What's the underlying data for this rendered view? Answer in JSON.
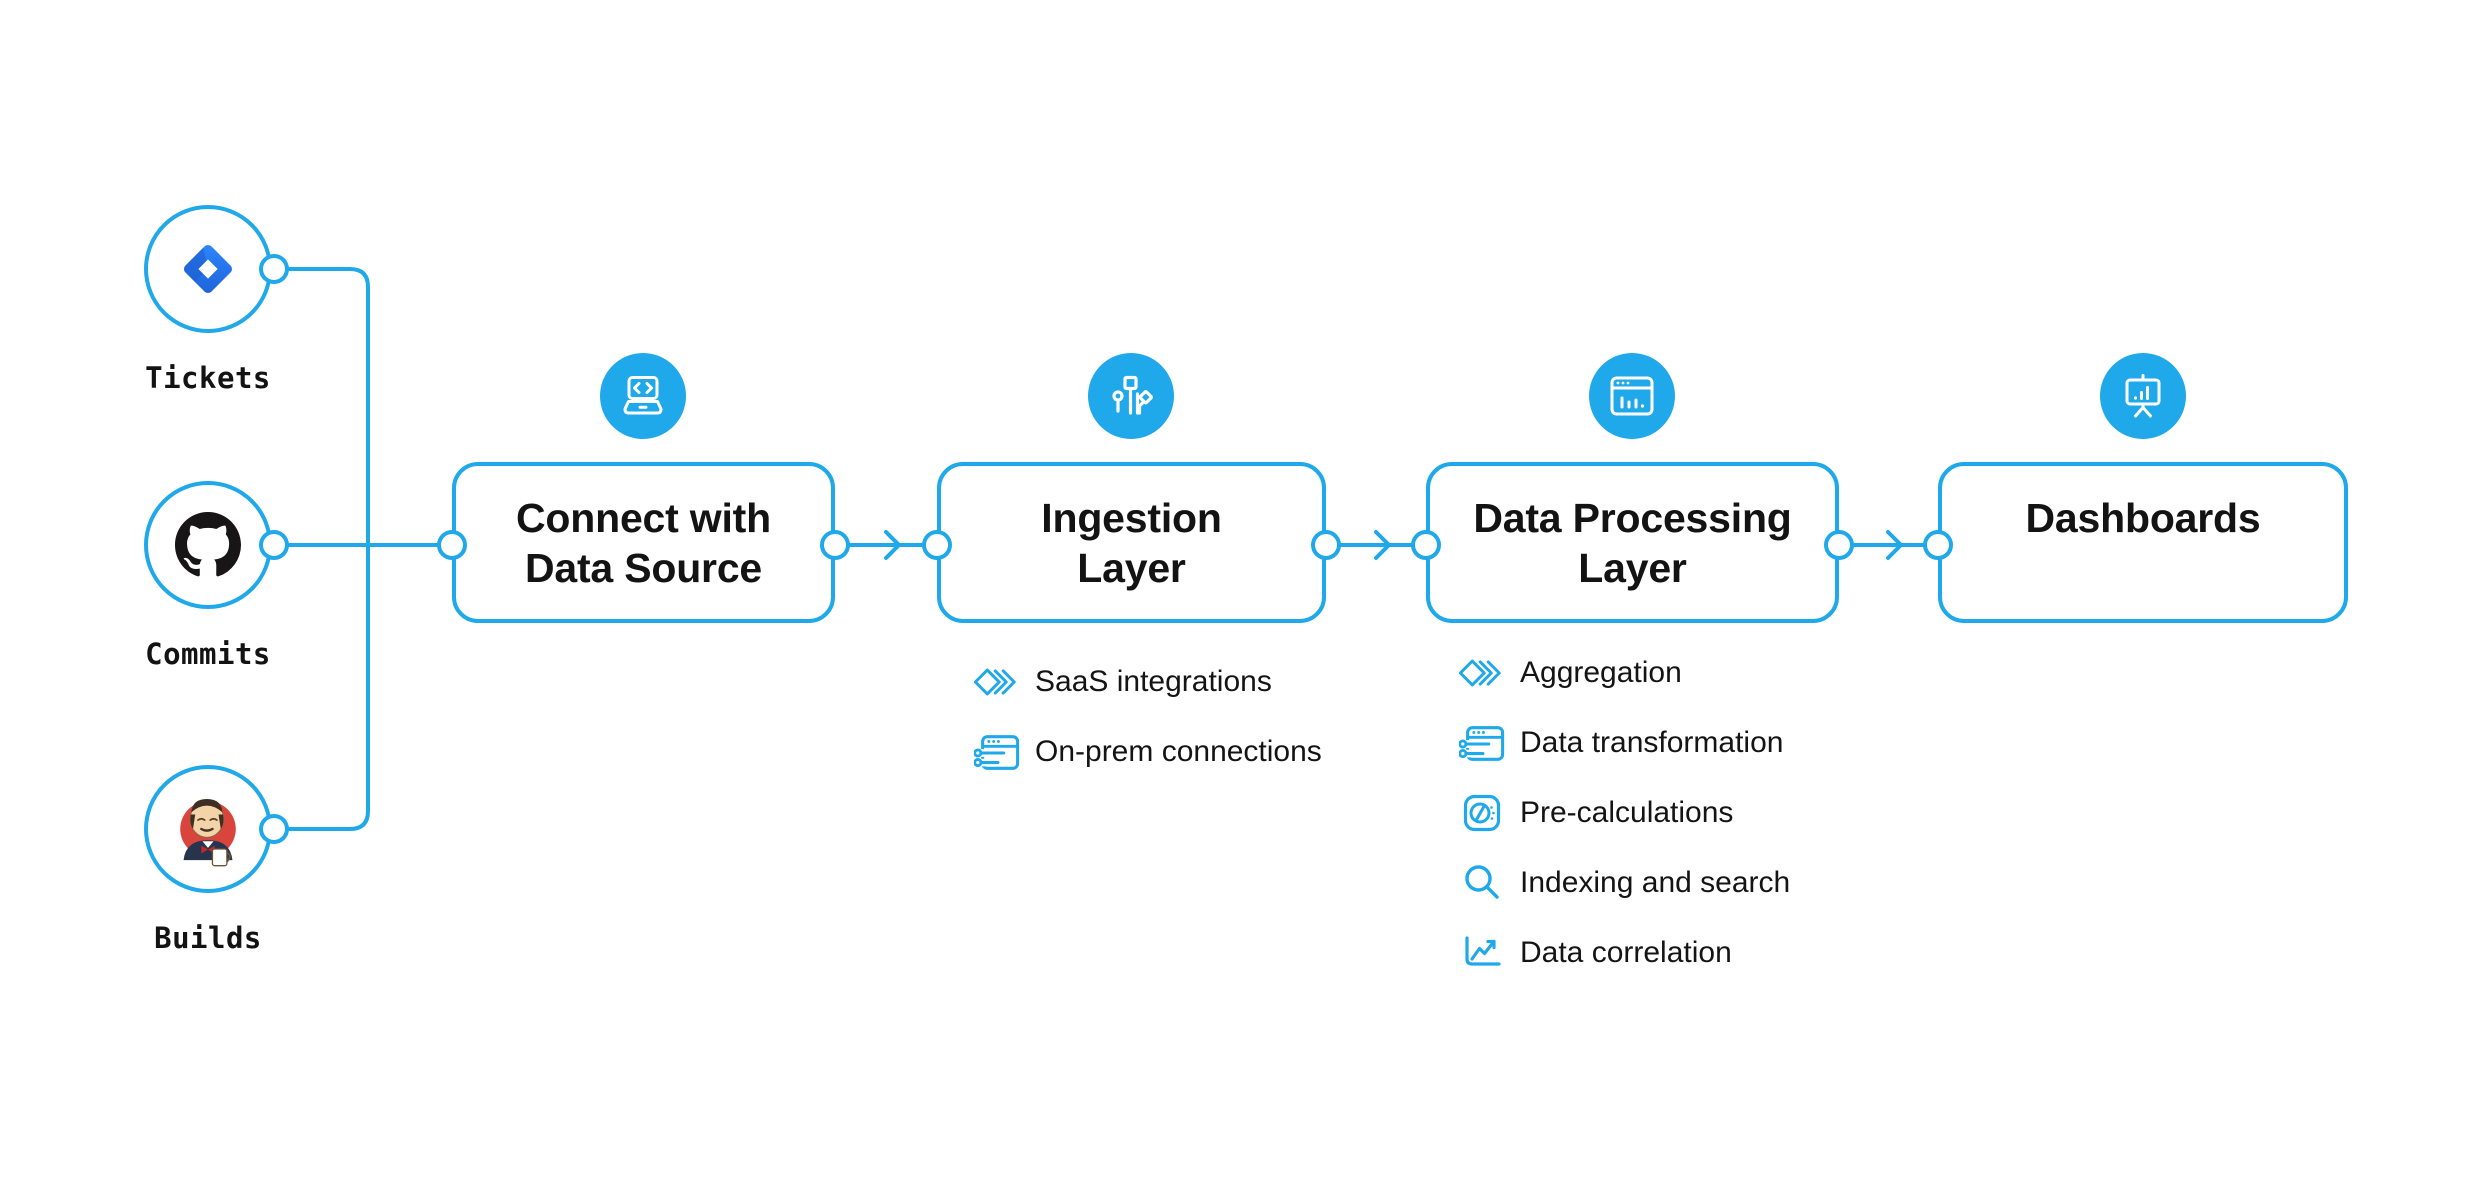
{
  "palette": {
    "accent": "#1fa8ea",
    "text": "#131313",
    "background": "#ffffff",
    "jira_blue": "#2684ff",
    "github_black": "#171515",
    "jenkins_red": "#d9453d"
  },
  "sources": [
    {
      "label": "Tickets",
      "icon": "jira-logo-icon"
    },
    {
      "label": "Commits",
      "icon": "github-logo-icon"
    },
    {
      "label": "Builds",
      "icon": "jenkins-logo-icon"
    }
  ],
  "stages": [
    {
      "title_lines": [
        "Connect with",
        "Data Source"
      ],
      "icon": "laptop-code-icon",
      "features": []
    },
    {
      "title_lines": [
        "Ingestion",
        "Layer"
      ],
      "icon": "data-ingestion-icon",
      "features": [
        {
          "label": "SaaS integrations",
          "icon": "stacked-diamonds-icon"
        },
        {
          "label": "On-prem connections",
          "icon": "window-sliders-icon"
        }
      ]
    },
    {
      "title_lines": [
        "Data Processing",
        "Layer"
      ],
      "icon": "window-chart-icon",
      "features": [
        {
          "label": "Aggregation",
          "icon": "stacked-diamonds-icon"
        },
        {
          "label": "Data transformation",
          "icon": "window-sliders-icon"
        },
        {
          "label": "Pre-calculations",
          "icon": "gauge-icon"
        },
        {
          "label": "Indexing and search",
          "icon": "search-icon"
        },
        {
          "label": "Data correlation",
          "icon": "trend-chart-icon"
        }
      ]
    },
    {
      "title_lines": [
        "Dashboards"
      ],
      "icon": "presentation-chart-icon",
      "features": []
    }
  ]
}
